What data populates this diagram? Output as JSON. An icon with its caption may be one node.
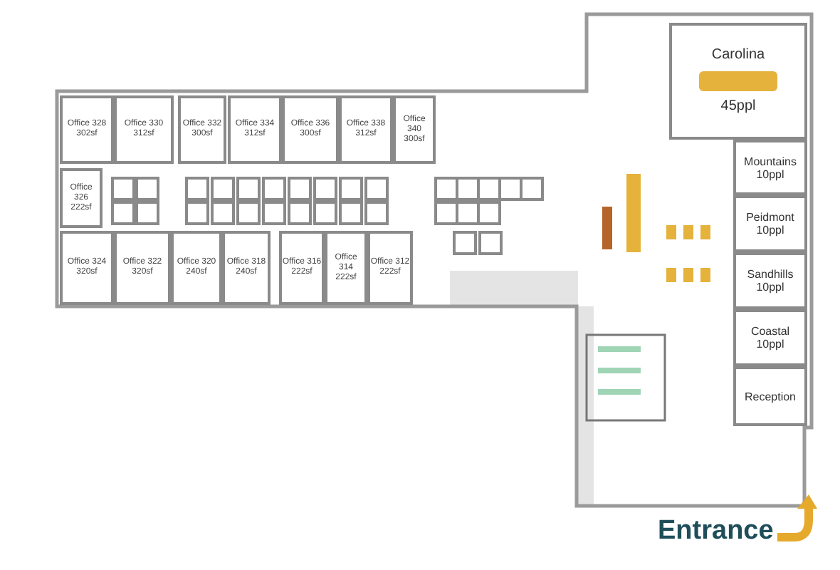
{
  "diagram": {
    "nodes": [
      {
        "text": [
          "Office 328 302sf"
        ]
      },
      {
        "text": [
          "Office 330 312sf"
        ]
      },
      {
        "text": [
          "Office 332 300sf"
        ]
      },
      {
        "text": [
          "Office 334 312sf"
        ]
      },
      {
        "text": [
          "Office 336 300sf"
        ]
      },
      {
        "text": [
          "Office 338 312sf"
        ]
      },
      {
        "text": [
          "Office 340 300sf"
        ]
      },
      {
        "text": [
          "Office 326 222sf"
        ]
      },
      {
        "text": [
          "Office 324 320sf"
        ]
      },
      {
        "text": [
          "Office 322 320sf"
        ]
      },
      {
        "text": [
          "Office 320 240sf"
        ]
      },
      {
        "text": [
          "Office 318 240sf"
        ]
      },
      {
        "text": [
          "Office 316 222sf"
        ]
      },
      {
        "text": [
          "Office 314 222sf"
        ]
      },
      {
        "text": [
          "Office 312 222sf"
        ]
      },
      {
        "text": [
          "Carolina",
          "45ppl"
        ]
      },
      {
        "text": [
          "Mountains",
          "10ppl"
        ]
      },
      {
        "text": [
          "Peidmont",
          "10ppl"
        ]
      },
      {
        "text": [
          "Sandhills",
          "10ppl"
        ]
      },
      {
        "text": [
          "Coastal",
          "10ppl"
        ]
      },
      {
        "text": [
          "Reception"
        ]
      },
      {
        "text": [],
        "shape": "box"
      },
      {
        "text": [],
        "shape": "box"
      },
      {
        "text": [],
        "shape": "box"
      },
      {
        "text": [],
        "shape": "box"
      },
      {
        "text": [],
        "shape": "box"
      },
      {
        "text": [],
        "shape": "box"
      },
      {
        "text": [],
        "shape": "box"
      },
      {
        "text": [],
        "shape": "box"
      },
      {
        "text": [],
        "shape": "box"
      },
      {
        "text": [],
        "shape": "box"
      },
      {
        "text": [],
        "shape": "box"
      },
      {
        "text": [],
        "shape": "box"
      },
      {
        "text": [],
        "shape": "box"
      },
      {
        "text": [],
        "shape": "box"
      },
      {
        "text": [],
        "shape": "box"
      },
      {
        "text": [],
        "shape": "box"
      },
      {
        "text": [],
        "shape": "box"
      },
      {
        "text": [],
        "shape": "box"
      },
      {
        "text": [],
        "shape": "box"
      },
      {
        "text": [],
        "shape": "box"
      },
      {
        "text": [],
        "shape": "box"
      },
      {
        "text": [],
        "shape": "box"
      },
      {
        "text": [],
        "shape": "box"
      },
      {
        "text": [],
        "shape": "box"
      },
      {
        "text": [],
        "shape": "box"
      },
      {
        "text": [],
        "shape": "box"
      },
      {
        "text": [],
        "shape": "box"
      },
      {
        "text": [],
        "shape": "box"
      },
      {
        "text": [],
        "shape": "box"
      },
      {
        "text": [],
        "shape": "box"
      }
    ],
    "labels": [
      "Entrance"
    ]
  }
}
